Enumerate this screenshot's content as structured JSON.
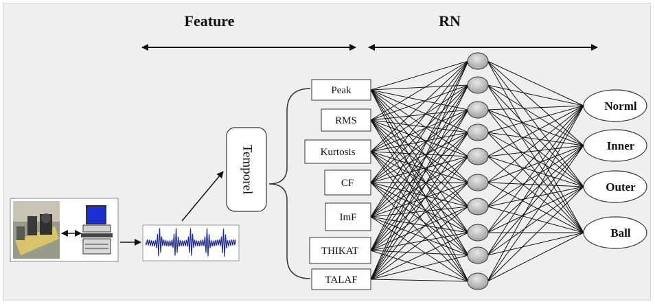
{
  "headers": {
    "feature": "Feature",
    "rn": "RN"
  },
  "temporal_label": "Temporel",
  "features": [
    "Peak",
    "RMS",
    "Kurtosis",
    "CF",
    "ImF",
    "THIKAT",
    "TALAF"
  ],
  "outputs": [
    "Norml",
    "Inner",
    "Outer",
    "Ball"
  ],
  "hidden_neuron_count": 10,
  "colors": {
    "background": "#efefef",
    "line": "#111111",
    "neuron": "#bdbdbd",
    "signal": "#1f2a8a"
  },
  "icons": [
    "test-rig-photo",
    "computer-icon",
    "vibration-signal-icon"
  ]
}
